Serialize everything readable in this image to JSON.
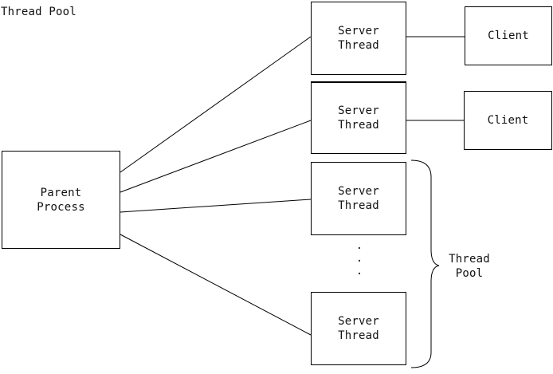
{
  "title": "Thread Pool",
  "parent": {
    "label": "Parent\nProcess"
  },
  "threads": [
    {
      "label": "Server\nThread"
    },
    {
      "label": "Server\nThread"
    },
    {
      "label": "Server\nThread"
    },
    {
      "label": "Server\nThread"
    }
  ],
  "clients": [
    {
      "label": "Client"
    },
    {
      "label": "Client"
    }
  ],
  "ellipsis": ".\n.\n.",
  "pool_brace_label": "Thread\nPool",
  "colors": {
    "stroke": "#000000",
    "background": "#ffffff",
    "text": "#111111"
  }
}
